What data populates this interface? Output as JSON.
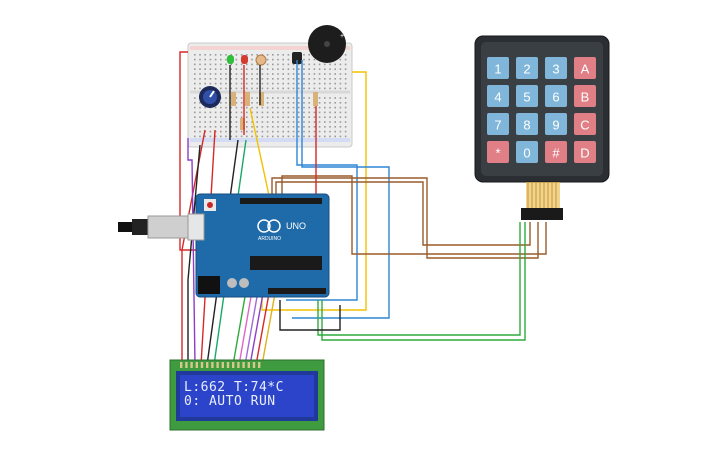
{
  "keypad": {
    "keys": [
      {
        "label": "1",
        "kind": "digit"
      },
      {
        "label": "2",
        "kind": "digit"
      },
      {
        "label": "3",
        "kind": "digit"
      },
      {
        "label": "A",
        "kind": "letter"
      },
      {
        "label": "4",
        "kind": "digit"
      },
      {
        "label": "5",
        "kind": "digit"
      },
      {
        "label": "6",
        "kind": "digit"
      },
      {
        "label": "B",
        "kind": "letter"
      },
      {
        "label": "7",
        "kind": "digit"
      },
      {
        "label": "8",
        "kind": "digit"
      },
      {
        "label": "9",
        "kind": "digit"
      },
      {
        "label": "C",
        "kind": "letter"
      },
      {
        "label": "*",
        "kind": "symbol"
      },
      {
        "label": "0",
        "kind": "digit"
      },
      {
        "label": "#",
        "kind": "symbol"
      },
      {
        "label": "D",
        "kind": "letter"
      }
    ]
  },
  "lcd": {
    "line1": "L:662 T:74*C",
    "line2": "0: AUTO RUN"
  },
  "arduino": {
    "brand": "ARDUINO",
    "model": "UNO"
  },
  "colors": {
    "keypad_body": "#2b2f33",
    "digit_key": "#7fb6d9",
    "letter_key": "#e07f86",
    "arduino_board": "#1f6aa8",
    "breadboard": "#e8e8e8",
    "lcd_screen": "#2b44c9",
    "lcd_pcb": "#3f9b3f"
  }
}
